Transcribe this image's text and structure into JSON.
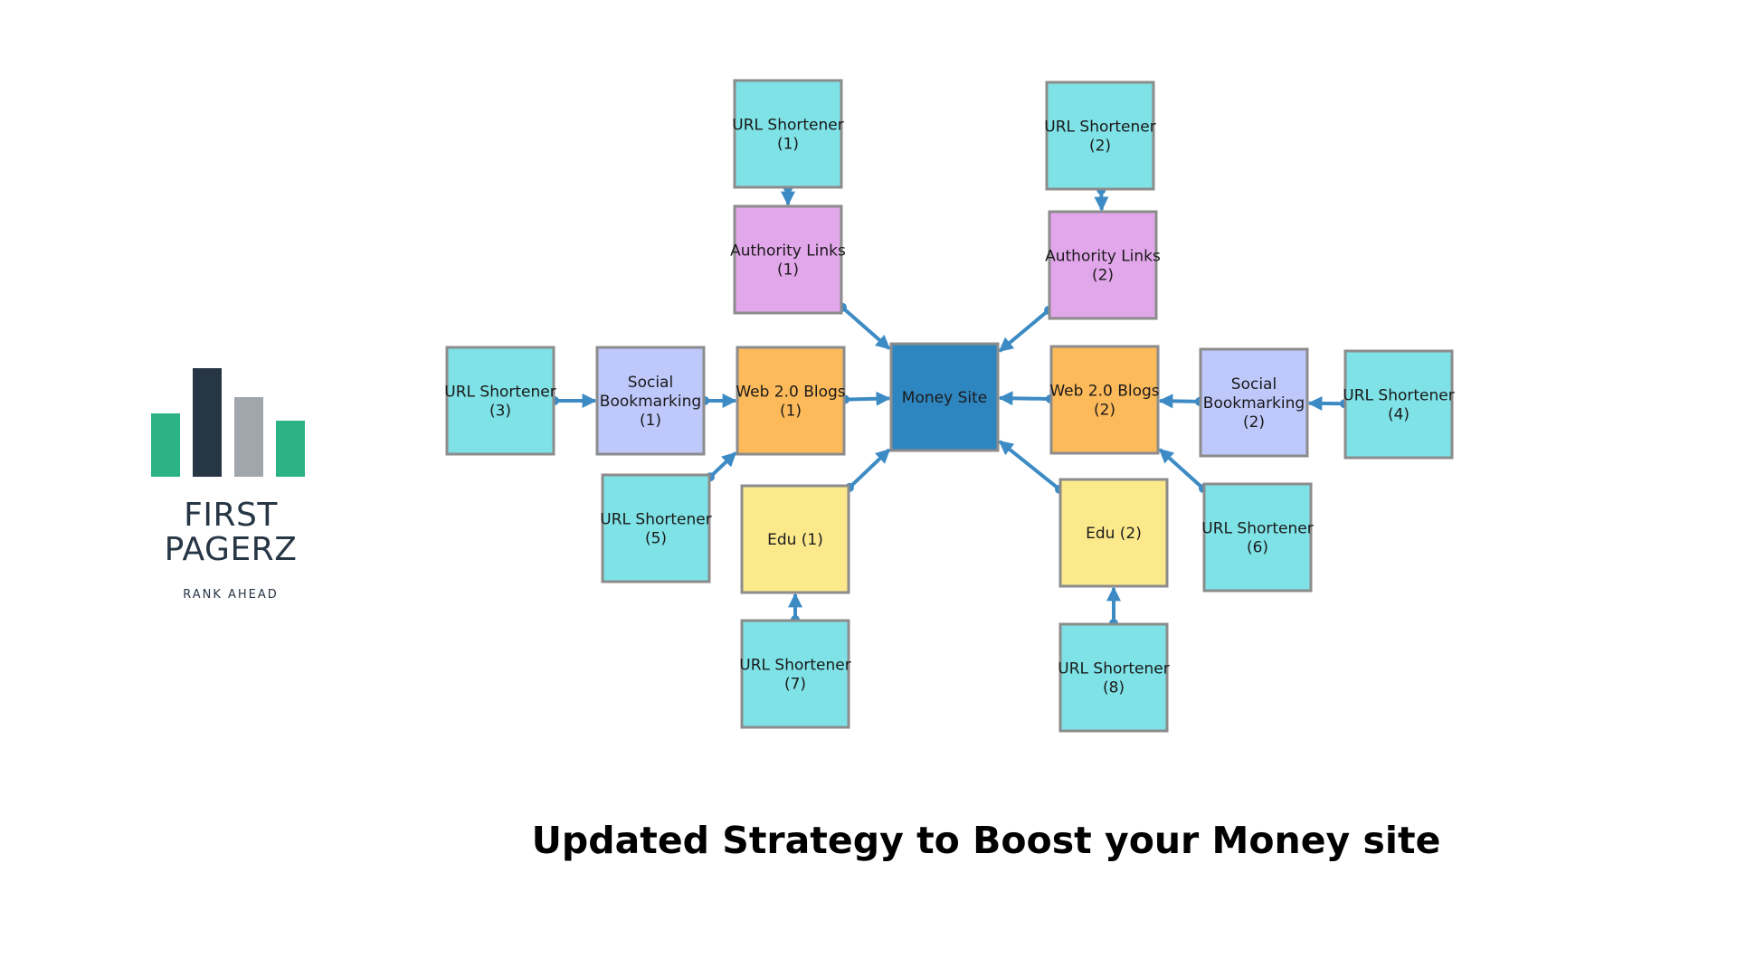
{
  "logo": {
    "line1": "FIRST",
    "line2": "PAGERZ",
    "tagline": "RANK AHEAD",
    "bar_colors": [
      "#2bb385",
      "#273645",
      "#a0a6ab",
      "#2bb385"
    ]
  },
  "diagram": {
    "edge_color": "#3d8bc4",
    "nodes": [
      {
        "id": "money",
        "lines": [
          "Money Site"
        ],
        "fill": "#2e86c1",
        "text_color": "#ffffff"
      },
      {
        "id": "url1",
        "lines": [
          "URL Shortener",
          "(1)"
        ],
        "fill": "#7ee2e6"
      },
      {
        "id": "url2",
        "lines": [
          "URL Shortener",
          "(2)"
        ],
        "fill": "#7ee2e6"
      },
      {
        "id": "auth1",
        "lines": [
          "Authority Links",
          "(1)"
        ],
        "fill": "#e2a6ea"
      },
      {
        "id": "auth2",
        "lines": [
          "Authority Links",
          "(2)"
        ],
        "fill": "#e2a6ea"
      },
      {
        "id": "url3",
        "lines": [
          "URL Shortener",
          "(3)"
        ],
        "fill": "#7ee2e6"
      },
      {
        "id": "social1",
        "lines": [
          "Social",
          "Bookmarking",
          "(1)"
        ],
        "fill": "#bec8fb"
      },
      {
        "id": "web1",
        "lines": [
          "Web 2.0 Blogs",
          "(1)"
        ],
        "fill": "#fdba5b"
      },
      {
        "id": "web2",
        "lines": [
          "Web 2.0 Blogs",
          "(2)"
        ],
        "fill": "#fdba5b"
      },
      {
        "id": "social2",
        "lines": [
          "Social",
          "Bookmarking",
          "(2)"
        ],
        "fill": "#bec8fb"
      },
      {
        "id": "url4",
        "lines": [
          "URL Shortener",
          "(4)"
        ],
        "fill": "#7ee2e6"
      },
      {
        "id": "url5",
        "lines": [
          "URL Shortener",
          "(5)"
        ],
        "fill": "#7ee2e6"
      },
      {
        "id": "edu1",
        "lines": [
          "Edu (1)"
        ],
        "fill": "#fce98c"
      },
      {
        "id": "edu2",
        "lines": [
          "Edu (2)"
        ],
        "fill": "#fce98c"
      },
      {
        "id": "url6",
        "lines": [
          "URL Shortener",
          "(6)"
        ],
        "fill": "#7ee2e6"
      },
      {
        "id": "url7",
        "lines": [
          "URL Shortener",
          "(7)"
        ],
        "fill": "#7ee2e6"
      },
      {
        "id": "url8",
        "lines": [
          "URL Shortener",
          "(8)"
        ],
        "fill": "#7ee2e6"
      }
    ],
    "edges": [
      {
        "from": "url1",
        "to": "auth1"
      },
      {
        "from": "url2",
        "to": "auth2"
      },
      {
        "from": "auth1",
        "to": "money"
      },
      {
        "from": "auth2",
        "to": "money"
      },
      {
        "from": "url3",
        "to": "social1"
      },
      {
        "from": "social1",
        "to": "web1"
      },
      {
        "from": "web1",
        "to": "money"
      },
      {
        "from": "web2",
        "to": "money"
      },
      {
        "from": "social2",
        "to": "web2"
      },
      {
        "from": "url4",
        "to": "social2"
      },
      {
        "from": "url5",
        "to": "web1"
      },
      {
        "from": "edu1",
        "to": "money"
      },
      {
        "from": "edu2",
        "to": "money"
      },
      {
        "from": "url6",
        "to": "web2"
      },
      {
        "from": "url7",
        "to": "edu1"
      },
      {
        "from": "url8",
        "to": "edu2"
      }
    ]
  },
  "title": "Updated Strategy to Boost your Money site"
}
